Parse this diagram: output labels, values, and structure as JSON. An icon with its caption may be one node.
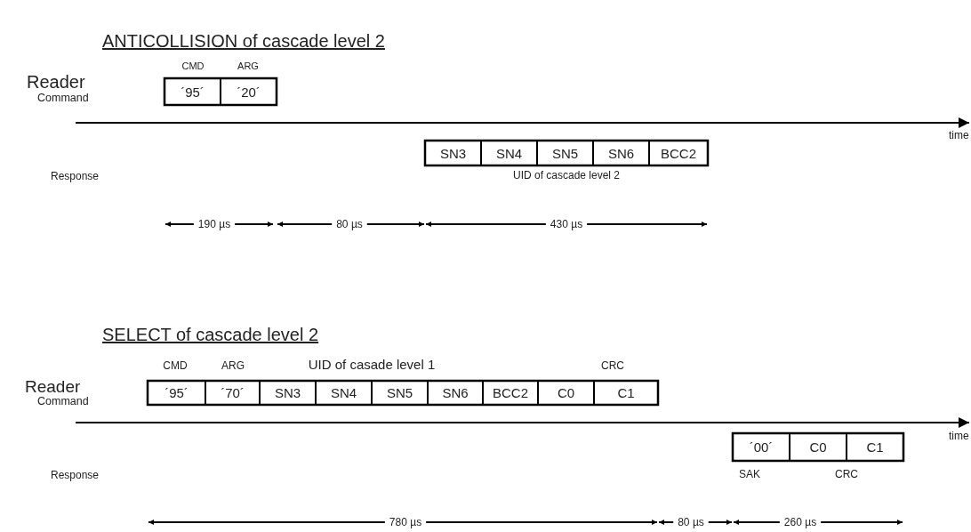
{
  "diagram": {
    "nodes": [
      {
        "text": [
          "´95´"
        ]
      },
      {
        "text": [
          "´20´"
        ]
      },
      {
        "text": [
          "SN3"
        ]
      },
      {
        "text": [
          "SN4"
        ]
      },
      {
        "text": [
          "SN5"
        ]
      },
      {
        "text": [
          "SN6"
        ]
      },
      {
        "text": [
          "BCC2"
        ]
      },
      {
        "text": [
          "´95´"
        ]
      },
      {
        "text": [
          "´70´"
        ]
      },
      {
        "text": [
          "SN3"
        ]
      },
      {
        "text": [
          "SN4"
        ]
      },
      {
        "text": [
          "SN5"
        ]
      },
      {
        "text": [
          "SN6"
        ]
      },
      {
        "text": [
          "BCC2"
        ]
      },
      {
        "text": [
          "C0"
        ]
      },
      {
        "text": [
          "C1"
        ]
      },
      {
        "text": [
          "´00´"
        ]
      },
      {
        "text": [
          "C0"
        ]
      },
      {
        "text": [
          "C1"
        ]
      }
    ],
    "labels": [
      "ANTICOLLISION of cascade level 2",
      "CMD",
      "ARG",
      "Reader",
      "Command",
      "time",
      "Response",
      "UID of cascade level 2",
      "190 µs",
      "80 µs",
      "430 µs",
      "SELECT of cascade level 2",
      "CMD",
      "ARG",
      "UID of casade level 1",
      "CRC",
      "Reader",
      "Command",
      "time",
      "Response",
      "SAK",
      "CRC",
      "780 µs",
      "80 µs",
      "260 µs"
    ]
  }
}
